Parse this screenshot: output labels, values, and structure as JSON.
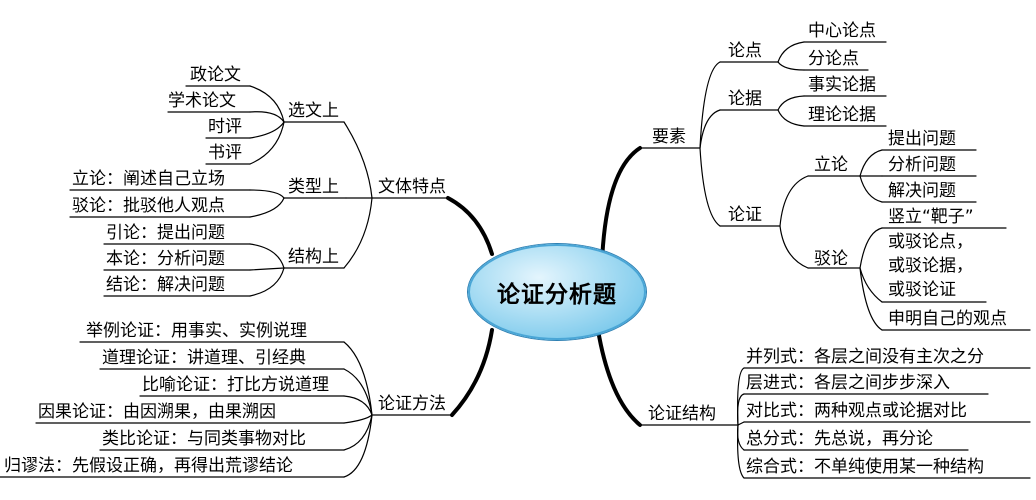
{
  "center": "论证分析题",
  "branches": {
    "wenti": {
      "label": "文体特点",
      "xuanwen": {
        "label": "选文上",
        "items": [
          "政论文",
          "学术论文",
          "时评",
          "书评"
        ]
      },
      "leixing": {
        "label": "类型上",
        "items": [
          "立论：阐述自己立场",
          "驳论：批驳他人观点"
        ]
      },
      "jiegou": {
        "label": "结构上",
        "items": [
          "引论：提出问题",
          "本论：分析问题",
          "结论：解决问题"
        ]
      }
    },
    "fangfa": {
      "label": "论证方法",
      "items": [
        "举例论证：用事实、实例说理",
        "道理论证：讲道理、引经典",
        "比喻论证：打比方说道理",
        "因果论证：由因溯果，由果溯因",
        "类比论证：与同类事物对比",
        "归谬法：先假设正确，再得出荒谬结论"
      ]
    },
    "yaosu": {
      "label": "要素",
      "lundian": {
        "label": "论点",
        "items": [
          "中心论点",
          "分论点"
        ]
      },
      "lunju": {
        "label": "论据",
        "items": [
          "事实论据",
          "理论论据"
        ]
      },
      "lunzheng": {
        "label": "论证",
        "lilun": {
          "label": "立论",
          "items": [
            "提出问题",
            "分析问题",
            "解决问题"
          ]
        },
        "bolun": {
          "label": "驳论",
          "items": [
            "竖立“靶子”",
            "或驳论点，\n或驳论据，\n或驳论证",
            "申明自己的观点"
          ]
        }
      }
    },
    "jiegou": {
      "label": "论证结构",
      "items": [
        "并列式：各层之间没有主次之分",
        "层进式：各层之间步步深入",
        "对比式：两种观点或论据对比",
        "总分式：先总说，再分论",
        "综合式：不单纯使用某一种结构"
      ]
    }
  }
}
